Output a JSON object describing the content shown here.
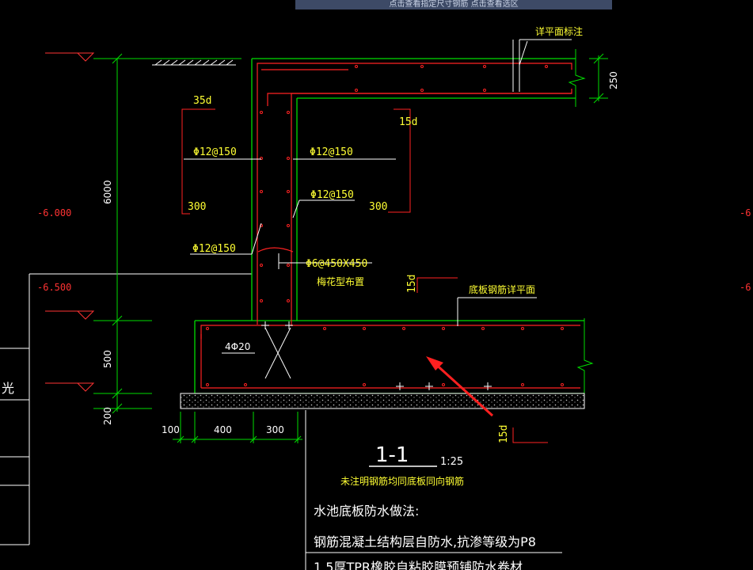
{
  "window": {
    "banner_text": "点击查看指定尺寸钢筋 点击查看选区"
  },
  "colors": {
    "concrete": "#00dd00",
    "rebar": "#ff2222",
    "dimension": "#ffffff",
    "label": "#ffff33",
    "elevation": "#ff3333",
    "arrow": "#ff2020"
  },
  "labels": {
    "detail_plan_note": "详平面标注",
    "dim_250": "250",
    "anchor_35d": "35d",
    "anchor_15d_top": "15d",
    "outer_rebar": "Φ12@150",
    "inner_rebar_top": "Φ12@150",
    "inner_rebar_mid": "Φ12@150",
    "outer_rebar_low": "Φ12@150",
    "len_300_left": "300",
    "len_300_right": "300",
    "tie_bars": "Φ6@450X450",
    "tie_layout": "梅花型布置",
    "anchor_15d_mid": "15d",
    "bottom_slab_note": "底板钢筋详平面",
    "corner_bars": "4Φ20",
    "anchor_15d_bottom": "15d"
  },
  "dimensions": {
    "height_6000": "6000",
    "height_500": "500",
    "height_200": "200",
    "width_100": "100",
    "width_400": "400",
    "width_300": "300"
  },
  "elevations": {
    "left_top": "-6.000",
    "left_bottom": "-6.500",
    "right_top": "-6",
    "right_bottom": "-6"
  },
  "section": {
    "title": "1-1",
    "scale": "1:25",
    "note": "未注明钢筋均同底板同向钢筋"
  },
  "waterproofing": {
    "heading": "水池底板防水做法:",
    "line1": "钢筋混凝土结构层自防水,抗渗等级为P8",
    "line2": "1.5厚TPR橡胶自粘胶膜预铺防水卷材"
  },
  "side_table": {
    "cell1": "光"
  }
}
